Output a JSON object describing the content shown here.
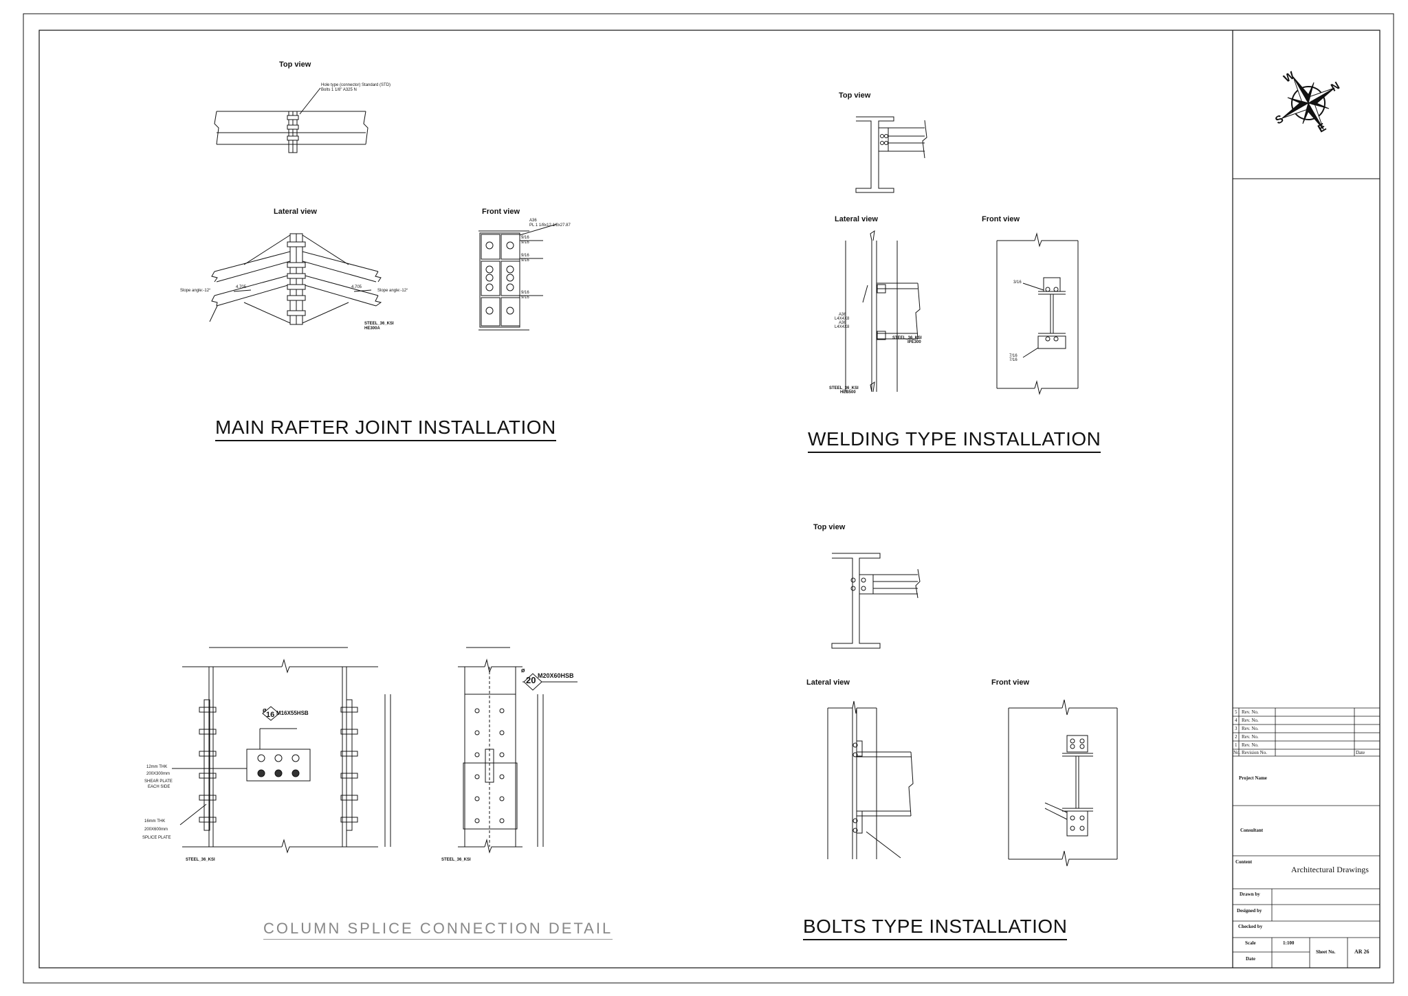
{
  "rafter": {
    "title": "MAIN RAFTER JOINT INSTALLATION",
    "top_view": "Top view",
    "lateral_view": "Lateral view",
    "front_view": "Front view",
    "bolt_note_1": "Hole type (connector) Standard (STD)",
    "bolt_note_2": "Bolts 1 1/8\" A325 N",
    "slope_left": "Slope angle:-12°",
    "slope_right": "Slope angle:-12°",
    "dim_left": "4.705",
    "dim_right": "4.705",
    "steel": "STEEL_36_KSI",
    "section": "HE300A",
    "plate_1": "A36",
    "plate_2": "PL 1 1/8x12 1/2x27.87",
    "weld_1": "9/16",
    "weld_2": "9/16",
    "weld_3": "9/16",
    "weld_4": "9/16",
    "weld_5": "9/16",
    "weld_6": "9/16"
  },
  "welding": {
    "title": "WELDING TYPE INSTALLATION",
    "top_view": "Top view",
    "lateral_view": "Lateral view",
    "front_view": "Front view",
    "angle_1": "A36",
    "angle_2": "L4X4X8",
    "angle_3": "A36",
    "angle_4": "L4X4X8",
    "beam_steel": "STEEL_36_KSI",
    "beam_section": "IPE300",
    "col_steel": "STEEL_36_KSI",
    "col_section": "HEB500",
    "weld_top": "3/16",
    "weld_bot_1": "7/16",
    "weld_bot_2": "7/16"
  },
  "bolts": {
    "title": "BOLTS TYPE INSTALLATION",
    "top_view": "Top view",
    "lateral_view": "Lateral view",
    "front_view": "Front view"
  },
  "splice": {
    "title": "COLUMN SPLICE CONNECTION DETAIL",
    "bolt_dia_1": "16",
    "bolt_spec_1": "M16X55HSB",
    "bolt_dia_2": "20",
    "bolt_spec_2": "M20X60HSB",
    "phi": "ø",
    "shear_1": "12mm THK",
    "shear_2": "200X300mm",
    "shear_3": "SHEAR PLATE",
    "shear_4": "EACH SIDE",
    "splice_1": "16mm THK",
    "splice_2": "200X600mm",
    "splice_3": "SPLICE PLATE",
    "steel_left": "STEEL_36_KSI",
    "steel_right": "STEEL_36_KSI"
  },
  "compass": {
    "n": "N",
    "e": "E",
    "s": "S",
    "w": "W"
  },
  "title_block": {
    "revisions": [
      {
        "no": "5",
        "label": "Rev. No."
      },
      {
        "no": "4",
        "label": "Rev. No."
      },
      {
        "no": "3",
        "label": "Rev. No."
      },
      {
        "no": "2",
        "label": "Rev. No."
      },
      {
        "no": "1",
        "label": "Rev. No."
      }
    ],
    "rev_header_no": "No.",
    "rev_header_label": "Revision No.",
    "rev_header_date": "Date",
    "project_name": "Project Name",
    "consultant": "Consultant",
    "content_label": "Content",
    "content_value": "Architectural Drawings",
    "drawn_by": "Drawn by",
    "designed_by": "Designed by",
    "checked_by": "Checked by",
    "scale_label": "Scale",
    "scale_value": "1:100",
    "date_label": "Date",
    "sheet_label": "Sheet No.",
    "sheet_value": "AR 26"
  }
}
